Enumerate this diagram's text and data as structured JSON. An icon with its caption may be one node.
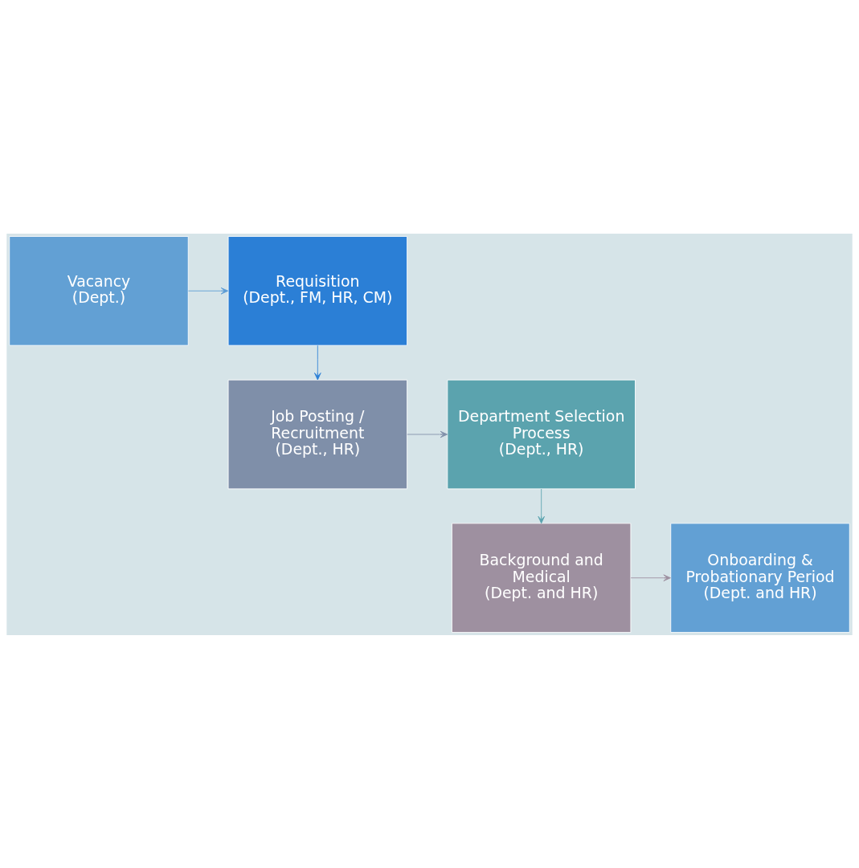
{
  "diagram": {
    "nodes": [
      {
        "text": [
          "Vacancy",
          "(Dept.)"
        ]
      },
      {
        "text": [
          "Requisition",
          "(Dept., FM, HR, CM)"
        ]
      },
      {
        "text": [
          "Job Posting / Recruitment",
          "(Dept., HR)"
        ]
      },
      {
        "text": [
          "Department Selection Process",
          "(Dept., HR)"
        ]
      },
      {
        "text": [
          "Background and Medical",
          "(Dept. and HR)"
        ]
      },
      {
        "text": [
          "Onboarding & Probationary Period",
          "(Dept. and HR)"
        ]
      }
    ],
    "edges": [
      {
        "from": 0,
        "to": 1,
        "arrow": "to",
        "color": "#5b9bd5"
      },
      {
        "from": 1,
        "to": 2,
        "arrow": "to",
        "color": "#2b7fd6"
      },
      {
        "from": 2,
        "to": 3,
        "arrow": "to",
        "color": "#7f8fa9"
      },
      {
        "from": 3,
        "to": 4,
        "arrow": "to",
        "color": "#5aa3ae"
      },
      {
        "from": 4,
        "to": 5,
        "arrow": "to",
        "color": "#9e90a0"
      }
    ]
  }
}
